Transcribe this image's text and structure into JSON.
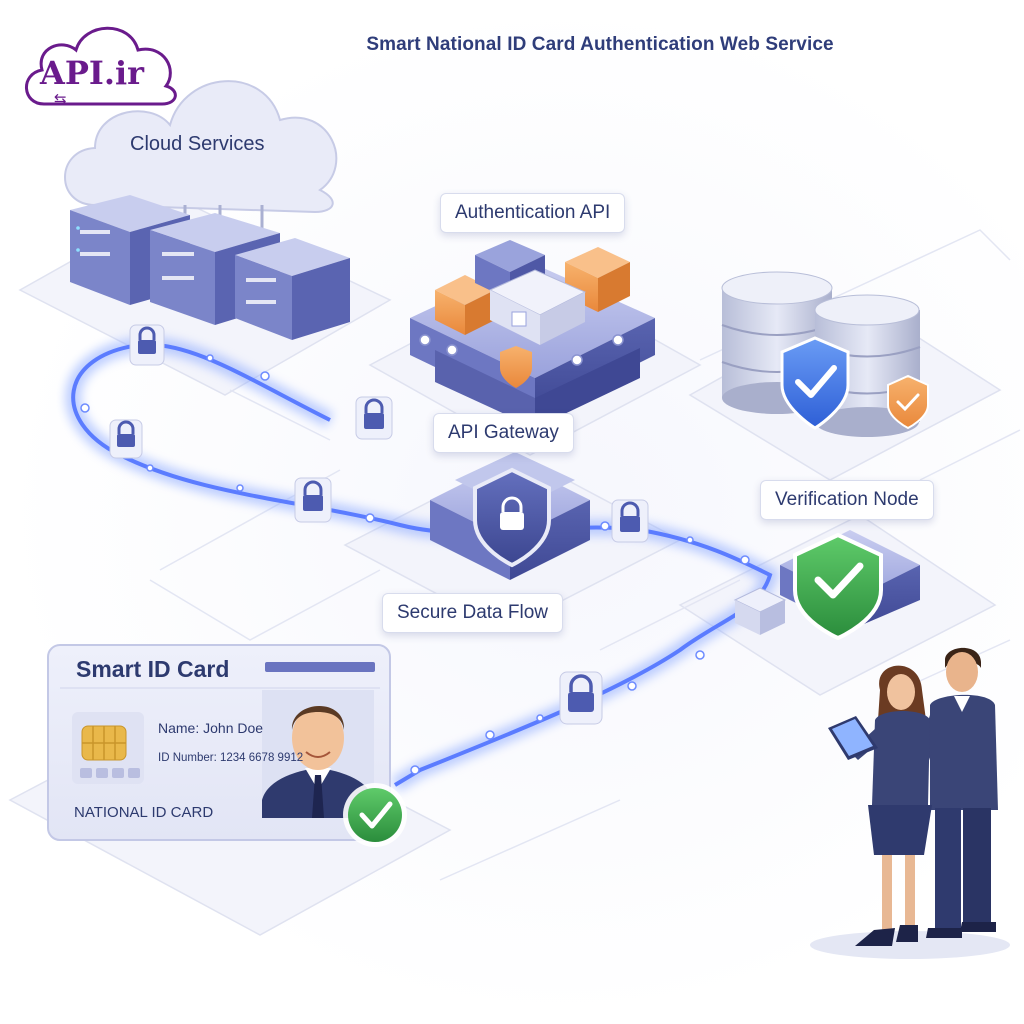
{
  "header": {
    "title": "Smart National ID Card Authentication Web Service"
  },
  "logo": {
    "text": "API.ir",
    "arrows": "⇆"
  },
  "nodes": {
    "cloud": {
      "label": "Cloud Services"
    },
    "auth_api": {
      "label": "Authentication API"
    },
    "gateway": {
      "label": "API Gateway"
    },
    "verification": {
      "label": "Verification Node"
    },
    "flow": {
      "label": "Secure Data Flow"
    }
  },
  "id_card": {
    "title": "Smart ID Card",
    "name": "Name: John Doe",
    "id_number": "ID Number: 1234 6678 9912",
    "footer": "NATIONAL ID CARD"
  },
  "icons": [
    "cloud-icon",
    "server-icon",
    "lock-icon",
    "shield-icon",
    "database-icon",
    "check-icon",
    "chip-icon",
    "tablet-icon"
  ],
  "colors": {
    "title": "#2f3d7a",
    "brand": "#6a1b8c",
    "flow": "#4f78ff",
    "shield": "#4d5bb0",
    "check": "#2e9e48",
    "accent": "#f29b4c"
  }
}
